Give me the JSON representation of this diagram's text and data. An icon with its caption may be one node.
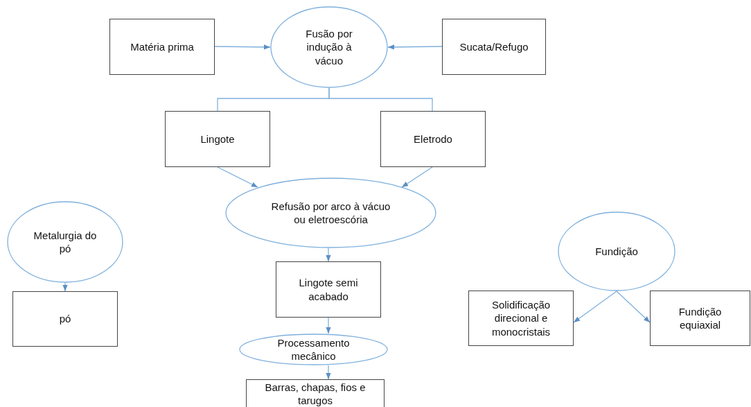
{
  "diagram": {
    "nodes": [
      {
        "text": [
          "Matéria prima"
        ]
      },
      {
        "text": [
          "Fusão por indução à vácuo"
        ]
      },
      {
        "text": [
          "Sucata/Refugo"
        ]
      },
      {
        "text": [
          "Lingote"
        ]
      },
      {
        "text": [
          "Eletrodo"
        ]
      },
      {
        "text": [
          "Refusão por arco à vácuo ou eletroescória"
        ]
      },
      {
        "text": [
          "Metalurgia do pó"
        ]
      },
      {
        "text": [
          "pó"
        ]
      },
      {
        "text": [
          "Lingote semi acabado"
        ]
      },
      {
        "text": [
          "Processamento mecânico"
        ]
      },
      {
        "text": [
          "Barras, chapas, fios e tarugos"
        ]
      },
      {
        "text": [
          "Fundição"
        ]
      },
      {
        "text": [
          "Solidificação direcional e monocristais"
        ]
      },
      {
        "text": [
          "Fundição equiaxial"
        ]
      }
    ],
    "edges": [
      {
        "from": 0,
        "to": 1,
        "arrow": "to"
      },
      {
        "from": 2,
        "to": 1,
        "arrow": "to"
      },
      {
        "from": 1,
        "to": 3,
        "arrow": "none"
      },
      {
        "from": 1,
        "to": 4,
        "arrow": "none"
      },
      {
        "from": 3,
        "to": 5,
        "arrow": "to"
      },
      {
        "from": 4,
        "to": 5,
        "arrow": "to"
      },
      {
        "from": 5,
        "to": 8,
        "arrow": "to"
      },
      {
        "from": 8,
        "to": 9,
        "arrow": "to"
      },
      {
        "from": 9,
        "to": 10,
        "arrow": "to"
      },
      {
        "from": 6,
        "to": 7,
        "arrow": "to"
      },
      {
        "from": 11,
        "to": 12,
        "arrow": "to"
      },
      {
        "from": 11,
        "to": 13,
        "arrow": "to"
      }
    ]
  }
}
